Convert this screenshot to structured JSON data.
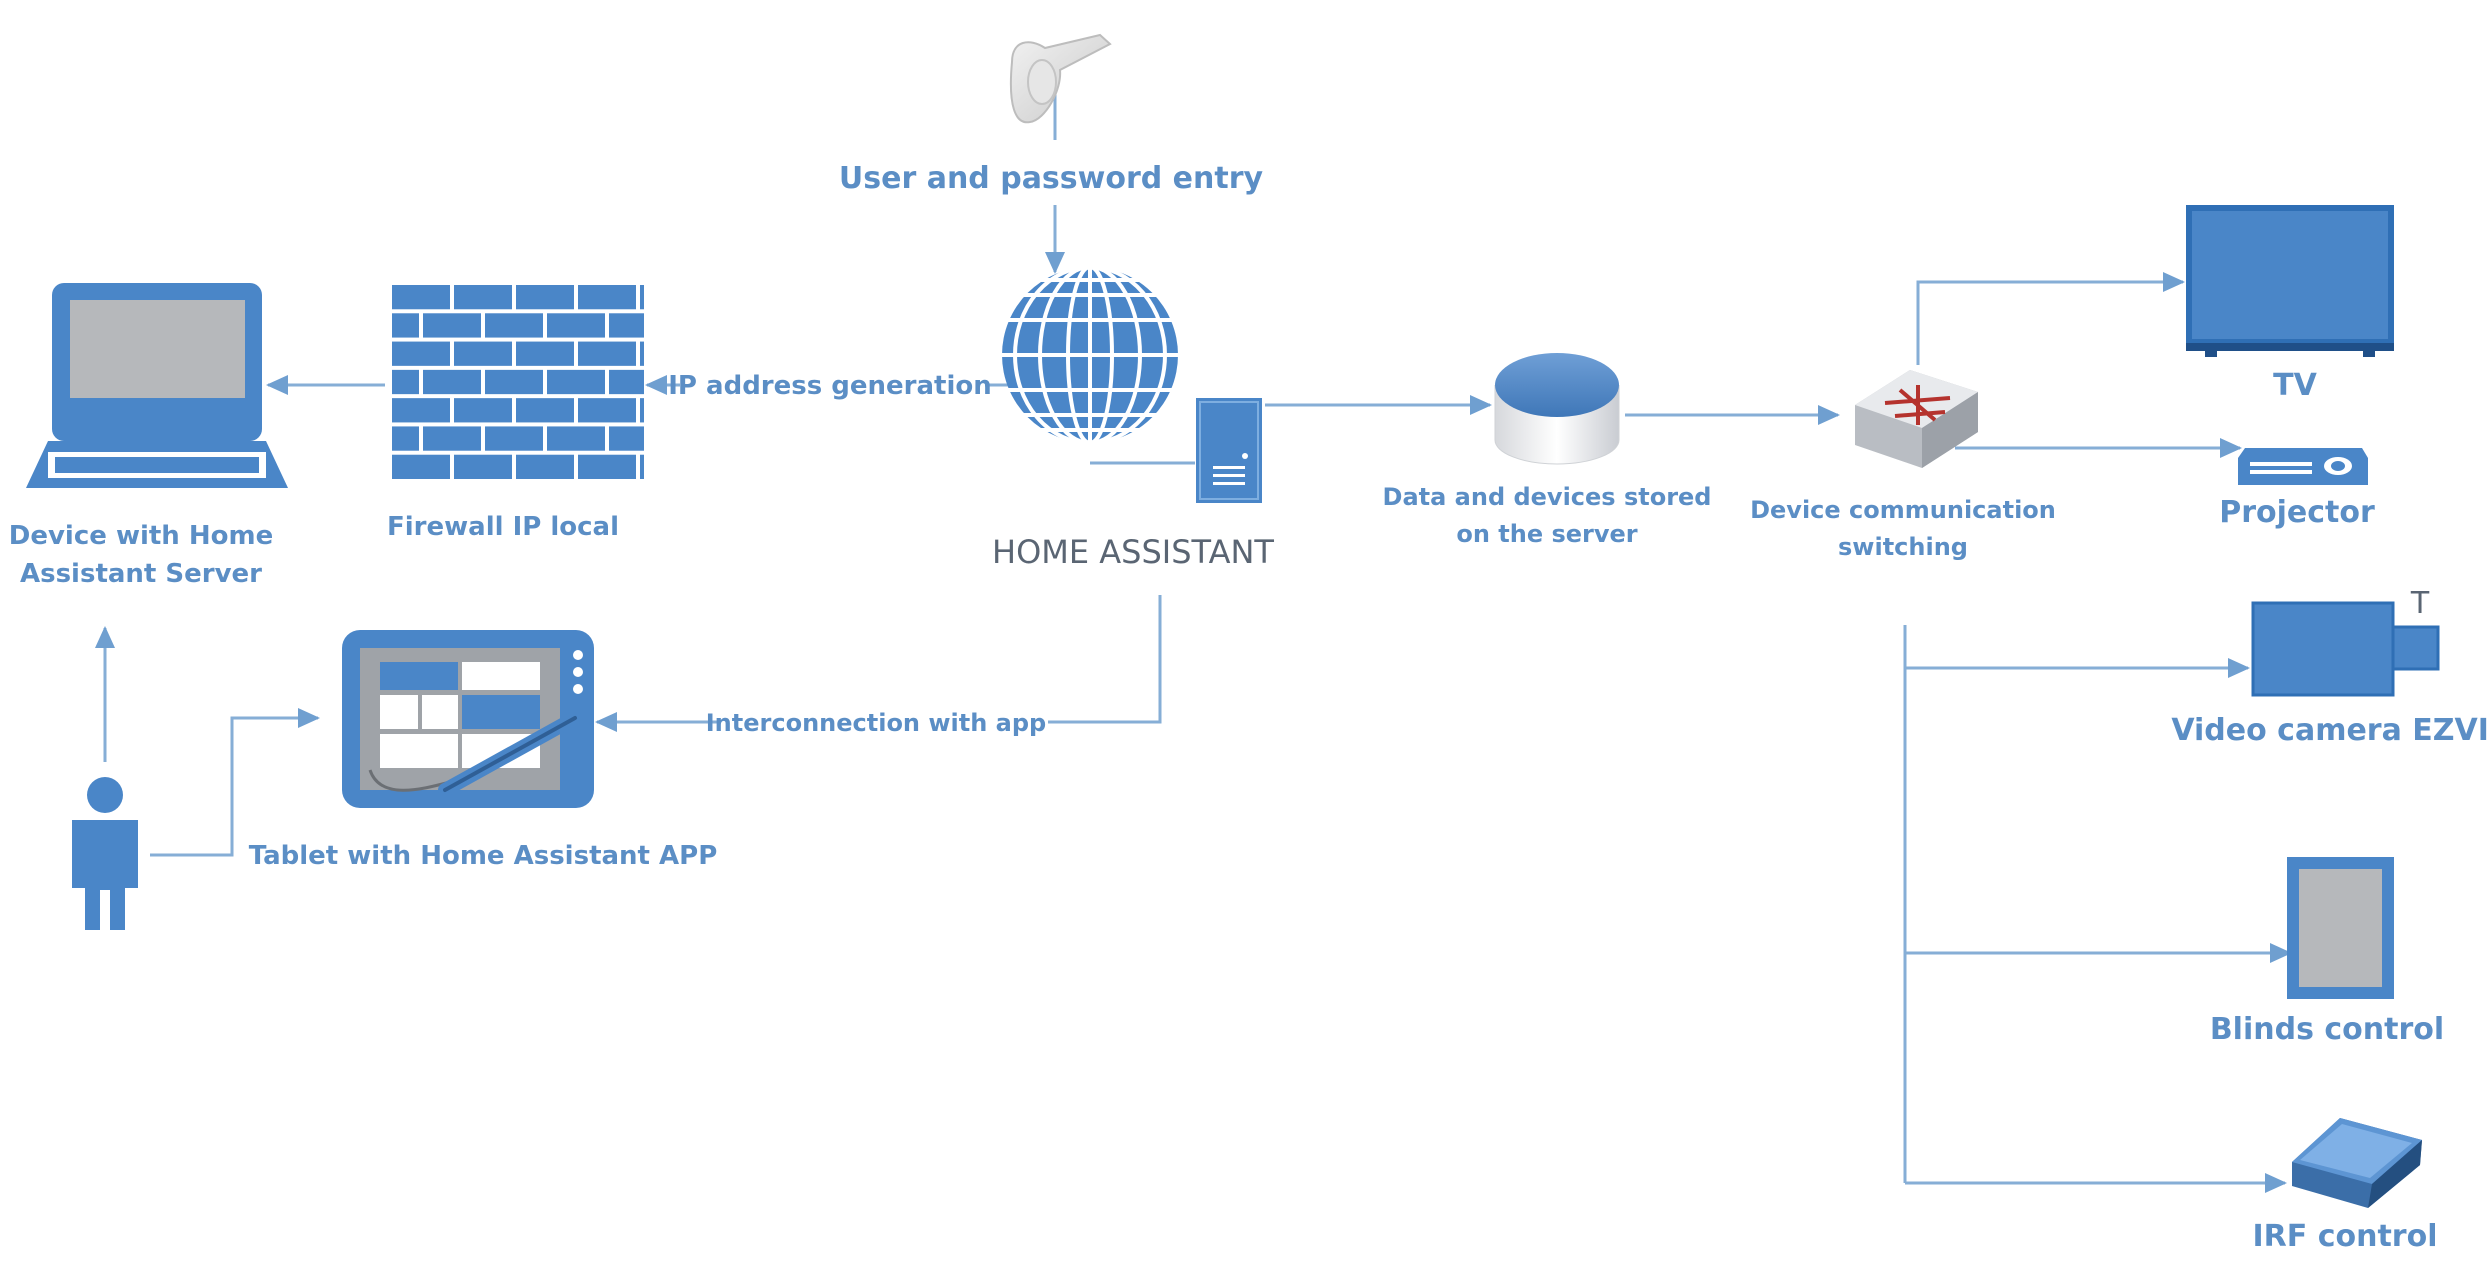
{
  "nodes": {
    "user_password": "User and password entry",
    "home_assistant": "HOME ASSISTANT",
    "ip_generation": "IP address generation",
    "firewall": "Firewall IP local",
    "device_server_line1": "Device with Home",
    "device_server_line2": "Assistant Server",
    "tablet": "Tablet with Home Assistant APP",
    "interconnection": "Interconnection with app",
    "data_stored_line1": "Data and devices stored",
    "data_stored_line2": "on the server",
    "switching_line1": "Device communication",
    "switching_line2": "switching",
    "tv": "TV",
    "projector": "Projector",
    "camera": "Video camera EZVIZ",
    "camera_mark": "T",
    "blinds": "Blinds control",
    "irf": "IRF control"
  },
  "icons": {
    "key": "key-icon",
    "globe": "globe-icon",
    "server": "server-icon",
    "firewall": "firewall-icon",
    "laptop": "laptop-icon",
    "tablet": "tablet-icon",
    "person": "person-icon",
    "database": "database-icon",
    "switch": "network-switch-icon",
    "tv": "tv-icon",
    "projector": "projector-icon",
    "camera": "video-camera-icon",
    "blinds": "blinds-icon",
    "irf": "irf-device-icon"
  },
  "colors": {
    "primary_blue": "#4a86c8",
    "label_blue": "#5b8ec5",
    "connector": "#86aed6",
    "ha_label": "#5a6573"
  }
}
